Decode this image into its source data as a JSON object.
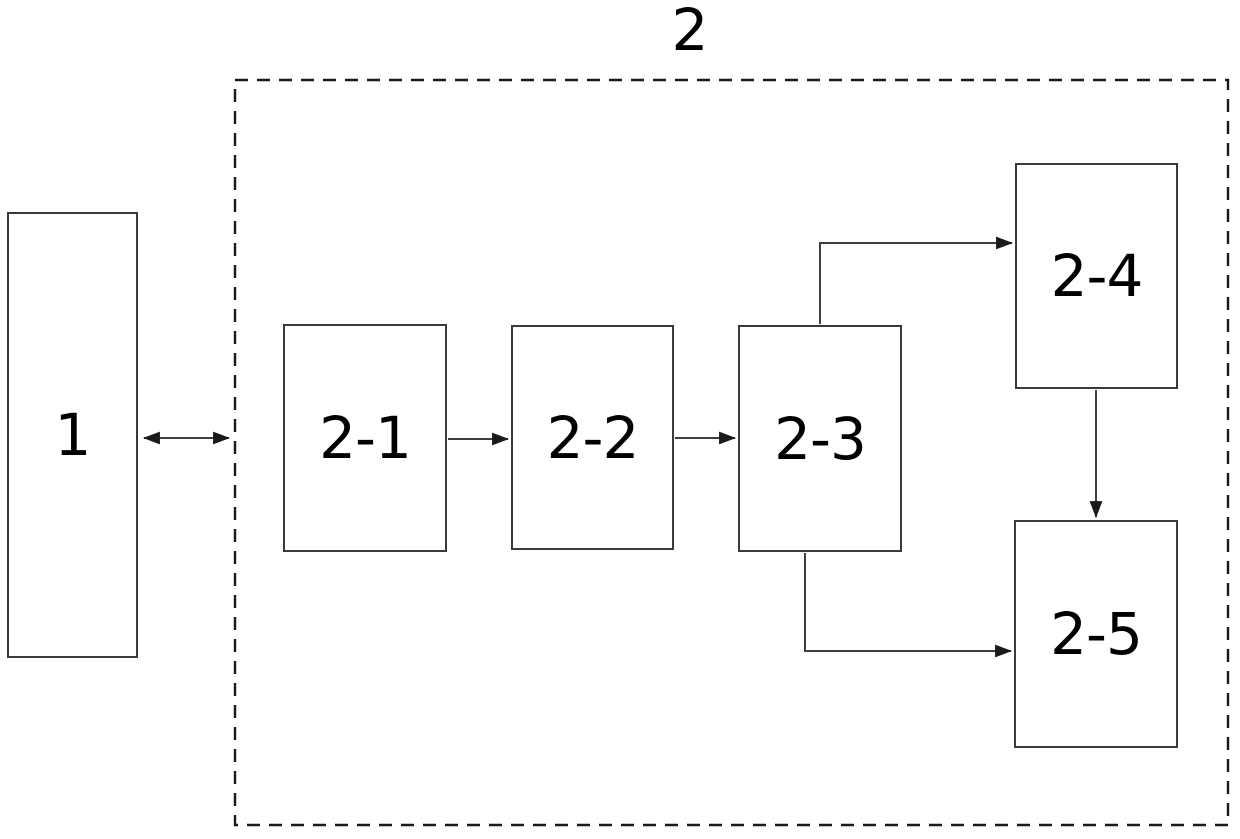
{
  "colors": {
    "background": "#ffffff",
    "box_border": "#3a3a3a",
    "connector_line": "#3f3f3f",
    "dashed_border": "#1a1a1a",
    "text": "#000000"
  },
  "diagram": {
    "container": {
      "label": "2",
      "border_style": "dashed"
    },
    "nodes": {
      "n1": {
        "label": "1"
      },
      "n21": {
        "label": "2-1"
      },
      "n22": {
        "label": "2-2"
      },
      "n23": {
        "label": "2-3"
      },
      "n24": {
        "label": "2-4"
      },
      "n25": {
        "label": "2-5"
      }
    },
    "connections": [
      {
        "from": "1",
        "to": "2",
        "type": "bidirectional-arrow"
      },
      {
        "from": "2-1",
        "to": "2-2",
        "type": "arrow"
      },
      {
        "from": "2-2",
        "to": "2-3",
        "type": "arrow"
      },
      {
        "from": "2-3",
        "to": "2-4",
        "type": "elbow-arrow-up-right"
      },
      {
        "from": "2-4",
        "to": "2-5",
        "type": "arrow-down"
      },
      {
        "from": "2-3",
        "to": "2-5",
        "type": "elbow-arrow-down-right"
      }
    ]
  }
}
